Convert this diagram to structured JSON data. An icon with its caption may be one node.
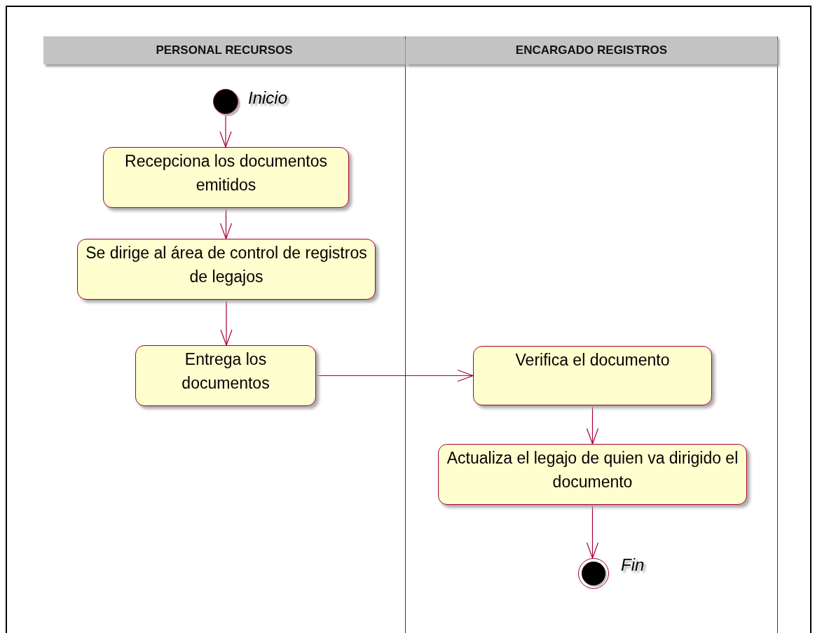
{
  "diagram": {
    "nodes": [
      {
        "text": [
          "PERSONAL RECURSOS"
        ]
      },
      {
        "text": [
          "ENCARGADO REGISTROS"
        ]
      },
      {
        "text": [],
        "shape": "circle",
        "beside": [
          "Inicio"
        ],
        "in": 0
      },
      {
        "text": [
          "Recepciona los documentos emitidos"
        ],
        "in": 0
      },
      {
        "text": [
          "Se dirige al área de control de registros de legajos"
        ],
        "in": 0
      },
      {
        "text": [
          "Entrega los documentos"
        ],
        "in": 0
      },
      {
        "text": [
          "Verifica el documento"
        ],
        "in": 1
      },
      {
        "text": [
          "Actualiza el legajo de quien va dirigido el documento"
        ],
        "in": 1
      },
      {
        "text": [],
        "shape": "bullseye",
        "beside": [
          "Fin"
        ],
        "in": 1
      }
    ],
    "edges": [
      {
        "from": 2,
        "to": 3,
        "arrow": "to"
      },
      {
        "from": 3,
        "to": 4,
        "arrow": "to"
      },
      {
        "from": 4,
        "to": 5,
        "arrow": "to"
      },
      {
        "from": 5,
        "to": 6,
        "arrow": "to"
      },
      {
        "from": 6,
        "to": 7,
        "arrow": "to"
      },
      {
        "from": 7,
        "to": 8,
        "arrow": "to"
      }
    ]
  }
}
